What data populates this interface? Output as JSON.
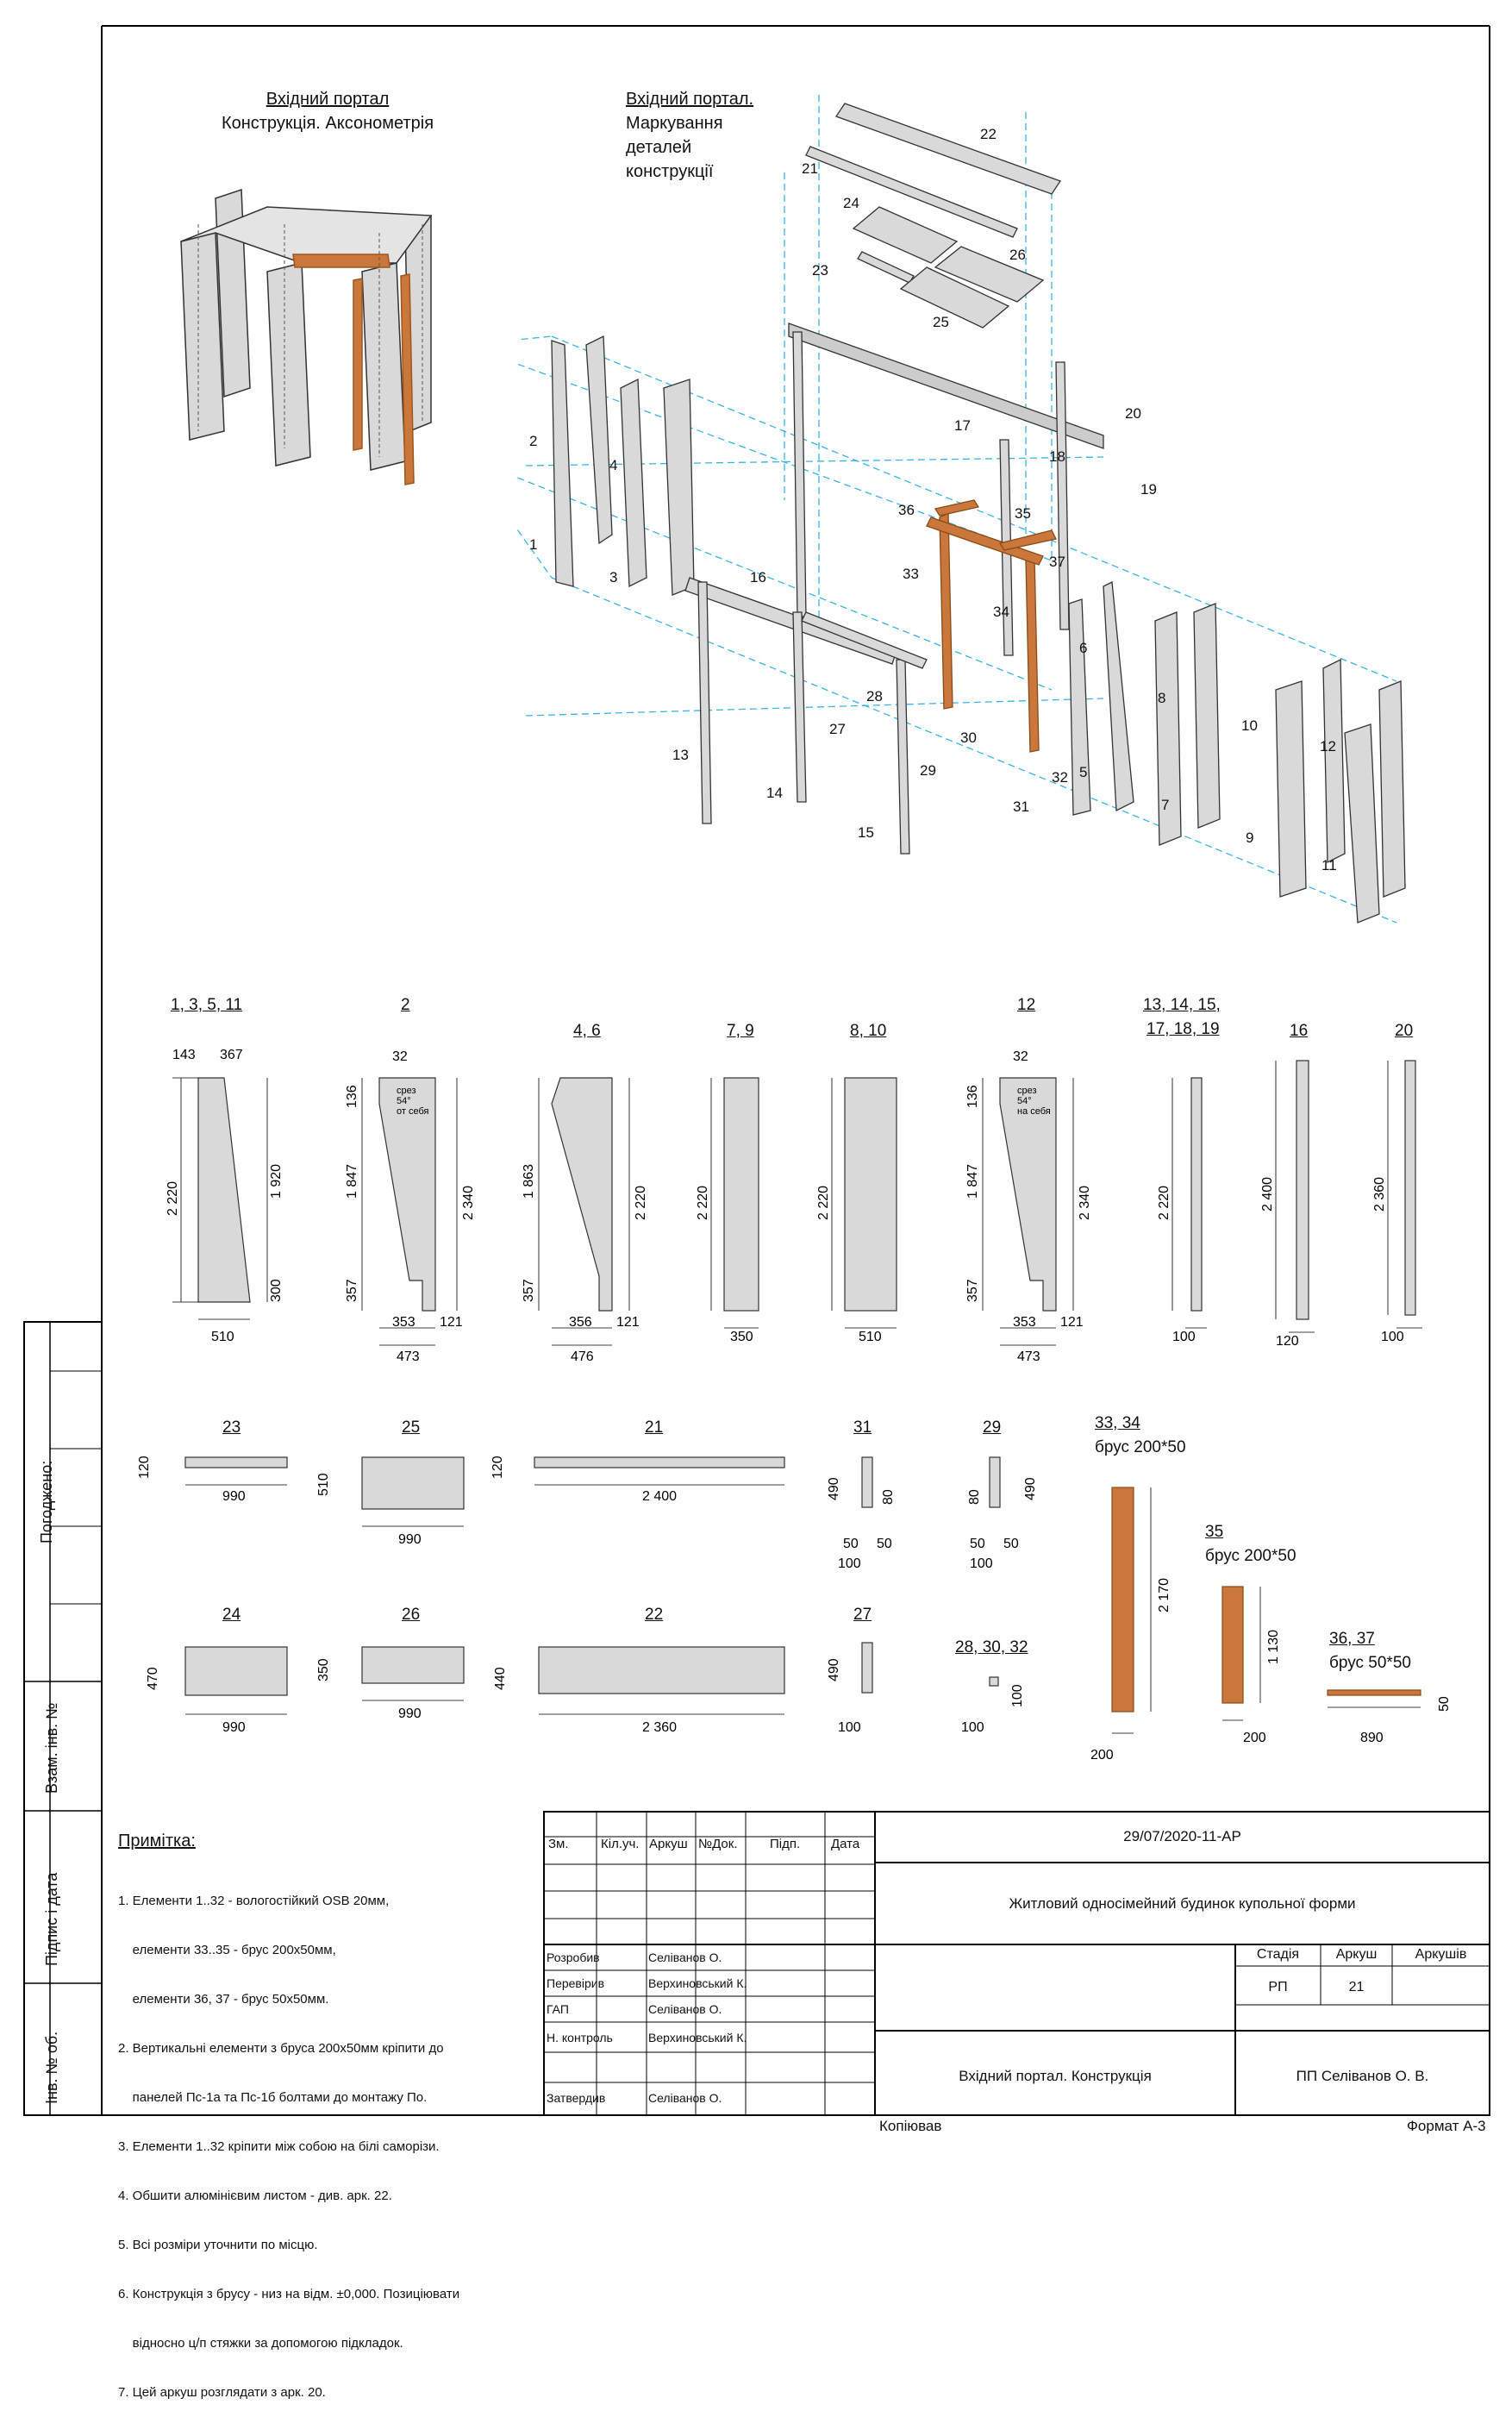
{
  "headings": {
    "axo_title": "Вхідний портал",
    "axo_sub": "Конструкція. Аксонометрія",
    "mark_title": "Вхідний портал.",
    "mark_sub1": "Маркування",
    "mark_sub2": "деталей",
    "mark_sub3": "конструкції"
  },
  "labels": {
    "l1": "1",
    "l2": "2",
    "l3": "3",
    "l4": "4",
    "l5": "5",
    "l6": "6",
    "l7": "7",
    "l8": "8",
    "l9": "9",
    "l10": "10",
    "l11": "11",
    "l12": "12",
    "l13": "13",
    "l14": "14",
    "l15": "15",
    "l16": "16",
    "l17": "17",
    "l18": "18",
    "l19": "19",
    "l20": "20",
    "l21": "21",
    "l22": "22",
    "l23": "23",
    "l24": "24",
    "l25": "25",
    "l26": "26",
    "l27": "27",
    "l28": "28",
    "l29": "29",
    "l30": "30",
    "l31": "31",
    "l32": "32",
    "l33": "33",
    "l34": "34",
    "l35": "35",
    "l36": "36",
    "l37": "37"
  },
  "details": {
    "d1": {
      "title": "1, 3, 5, 11",
      "w1": "143",
      "w2": "367",
      "h": "2 220",
      "h2": "1 920",
      "h3": "300",
      "b": "510"
    },
    "d2": {
      "title": "2",
      "top": "32",
      "a": "136",
      "b": "1 847",
      "c": "357",
      "h": "2 340",
      "w1": "353",
      "w2": "121",
      "w3": "473",
      "note1": "срез",
      "note2": "54°",
      "note3": "от себя"
    },
    "d46": {
      "title": "4, 6",
      "b": "1 863",
      "c": "357",
      "h": "2 220",
      "w1": "356",
      "w2": "121",
      "w3": "476"
    },
    "d79": {
      "title": "7, 9",
      "h": "2 220",
      "w": "350"
    },
    "d810": {
      "title": "8, 10",
      "h": "2 220",
      "w": "510"
    },
    "d12": {
      "title": "12",
      "top": "32",
      "a": "136",
      "b": "1 847",
      "c": "357",
      "h": "2 340",
      "w1": "353",
      "w2": "121",
      "w3": "473",
      "note1": "срез",
      "note2": "54°",
      "note3": "на себя"
    },
    "d13": {
      "title1": "13, 14, 15,",
      "title2": "17, 18, 19",
      "h": "2 220",
      "w": "100"
    },
    "d16": {
      "title": "16",
      "h": "2 400",
      "w": "120"
    },
    "d20": {
      "title": "20",
      "h": "2 360",
      "w": "100"
    },
    "d23": {
      "title": "23",
      "h": "120",
      "w": "990"
    },
    "d25": {
      "title": "25",
      "h": "510",
      "w": "990"
    },
    "d21": {
      "title": "21",
      "h": "120",
      "w": "2 400"
    },
    "d31": {
      "title": "31",
      "h": "490",
      "a": "80",
      "b": "50",
      "c": "50",
      "d": "100"
    },
    "d29": {
      "title": "29",
      "h": "490",
      "a": "80",
      "b": "50",
      "c": "50",
      "d": "100"
    },
    "d3334": {
      "title": "33, 34",
      "sub": "брус 200*50",
      "h": "2 170",
      "w": "200"
    },
    "d35": {
      "title": "35",
      "sub": "брус 200*50",
      "h": "1 130",
      "w": "200"
    },
    "d3637": {
      "title": "36, 37",
      "sub": "брус 50*50",
      "w": "890",
      "h": "50"
    },
    "d24": {
      "title": "24",
      "h": "470",
      "w": "990"
    },
    "d26": {
      "title": "26",
      "h": "350",
      "w": "990"
    },
    "d22": {
      "title": "22",
      "h": "440",
      "w": "2 360"
    },
    "d27": {
      "title": "27",
      "h": "490",
      "w": "100"
    },
    "d28": {
      "title": "28, 30, 32",
      "w": "100",
      "h": "100"
    }
  },
  "side": {
    "pogodzheno": "Погоджено:",
    "vzam": "Взам. інв. №",
    "pidpys": "Підпис  і  дата",
    "inv": "Інв. № об."
  },
  "notes": {
    "title": "Примітка:",
    "items": [
      "1. Елементи 1..32 - вологостійкий OSB 20мм,",
      "    елементи 33..35 - брус 200х50мм,",
      "    елементи 36, 37 - брус 50х50мм.",
      "2. Вертикальні елементи з бруса 200х50мм кріпити до",
      "    панелей Пс-1а та Пс-1б болтами до монтажу По.",
      "3. Елементи 1..32 кріпити між собою на білі саморізи.",
      "4. Обшити алюмінієвим листом - див. арк. 22.",
      "5. Всі розміри уточнити по місцю.",
      "6. Конструкція з брусу - низ на відм. ±0,000. Позиціювати",
      "    відносно ц/п стяжки за допомогою підкладок.",
      "7. Цей аркуш розглядати з арк. 20."
    ]
  },
  "stamp": {
    "code": "29/07/2020-11-АР",
    "project": "Житловий односімейний будинок купольної форми",
    "h_zm": "Зм.",
    "h_kil": "Кіл.уч.",
    "h_ark": "Аркуш",
    "h_dok": "№Док.",
    "h_pidp": "Підп.",
    "h_data": "Дата",
    "r1_role": "Розробив",
    "r1_name": "Селіванов О.",
    "r2_role": "Перевірив",
    "r2_name": "Верхиновський К.",
    "r3_role": "ГАП",
    "r3_name": "Селіванов О.",
    "r4_role": "Н. контроль",
    "r4_name": "Верхиновський К.",
    "r5_role": "Затвердив",
    "r5_name": "Селіванов О.",
    "stadia_h": "Стадія",
    "arkush_h": "Аркуш",
    "arkushiv_h": "Аркушів",
    "stadia": "РП",
    "arkush": "21",
    "arkushiv": "",
    "sheet_title": "Вхідний портал. Конструкція",
    "org": "ПП Селіванов О. В."
  },
  "footer": {
    "copied": "Копіював",
    "format": "Формат А-3"
  }
}
